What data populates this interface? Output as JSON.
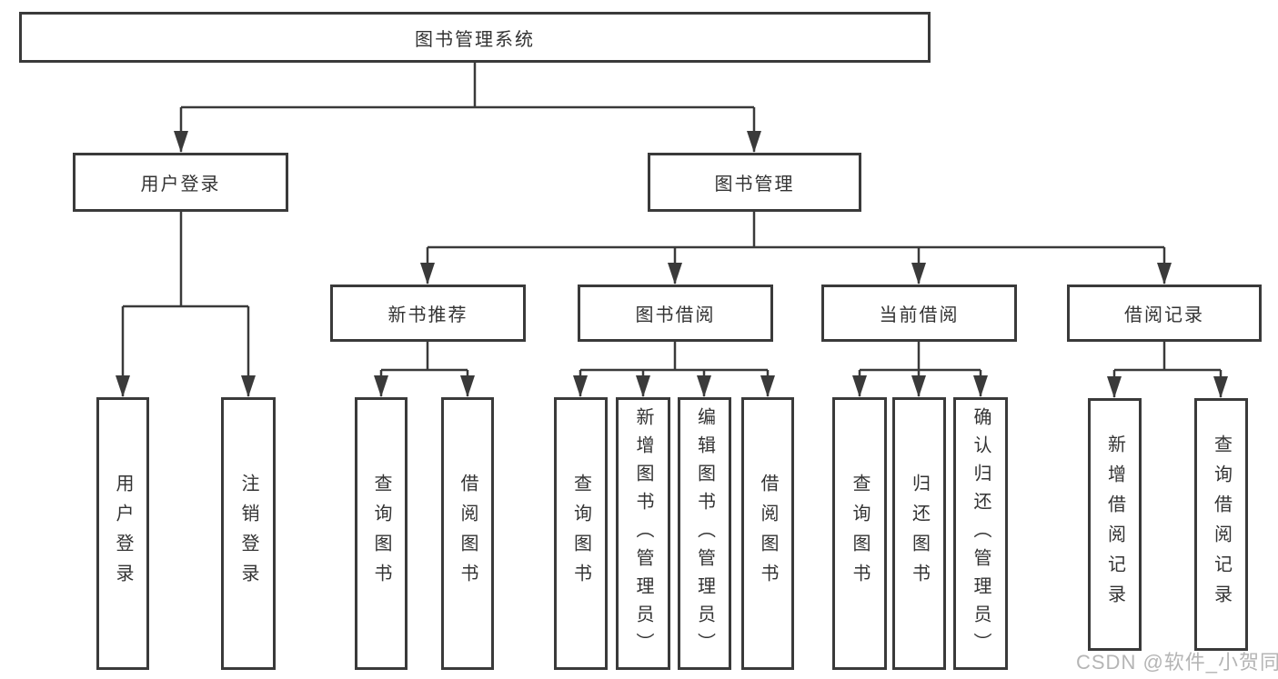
{
  "tree": {
    "label": "图书管理系统",
    "children": [
      {
        "label": "用户登录",
        "children": [
          {
            "label": "用户登录"
          },
          {
            "label": "注销登录"
          }
        ]
      },
      {
        "label": "图书管理",
        "children": [
          {
            "label": "新书推荐",
            "children": [
              {
                "label": "查询图书"
              },
              {
                "label": "借阅图书"
              }
            ]
          },
          {
            "label": "图书借阅",
            "children": [
              {
                "label": "查询图书"
              },
              {
                "label": "新增图书（管理员）"
              },
              {
                "label": "编辑图书（管理员）"
              },
              {
                "label": "借阅图书"
              }
            ]
          },
          {
            "label": "当前借阅",
            "children": [
              {
                "label": "查询图书"
              },
              {
                "label": "归还图书"
              },
              {
                "label": "确认归还（管理员）"
              }
            ]
          },
          {
            "label": "借阅记录",
            "children": [
              {
                "label": "新增借阅记录"
              },
              {
                "label": "查询借阅记录"
              }
            ]
          }
        ]
      }
    ]
  },
  "watermark": {
    "text": "CSDN @软件_小贺同学"
  },
  "colors": {
    "line": "#3a3a3a",
    "text": "#333333",
    "box_background": "#ffffff",
    "watermark": "#adadad",
    "background": "#ffffff"
  }
}
